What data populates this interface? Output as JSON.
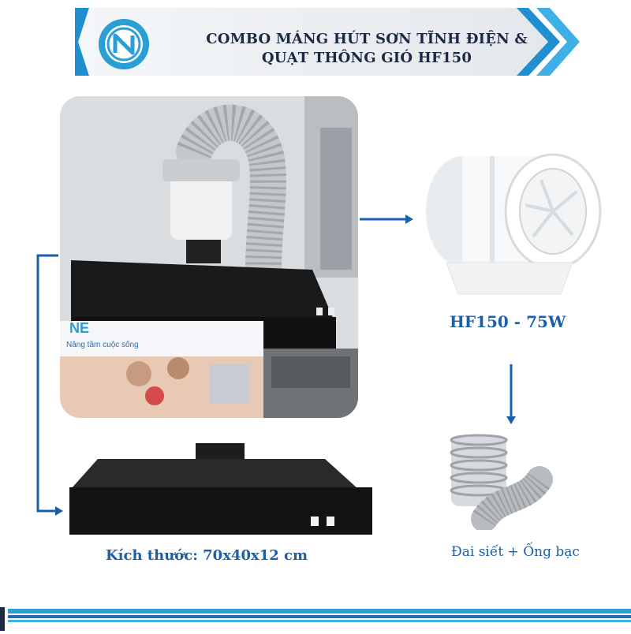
{
  "header": {
    "title_line1": "COMBO MÁNG HÚT SƠN TĨNH ĐIỆN &",
    "title_line2": "QUẠT THÔNG GIÓ HF150"
  },
  "colors": {
    "accent": "#1a5fa8",
    "banner_blue": "#2a9fd6",
    "title_text": "#1e2a44"
  },
  "photo": {
    "brand_text": "NE",
    "slogan": "Nâng tầm cuộc sống"
  },
  "products": {
    "fan_label": "HF150 - 75W",
    "hood_size_label": "Kích thước: 70x40x12 cm",
    "ducts_label": "Đai siết + Ống bạc"
  }
}
